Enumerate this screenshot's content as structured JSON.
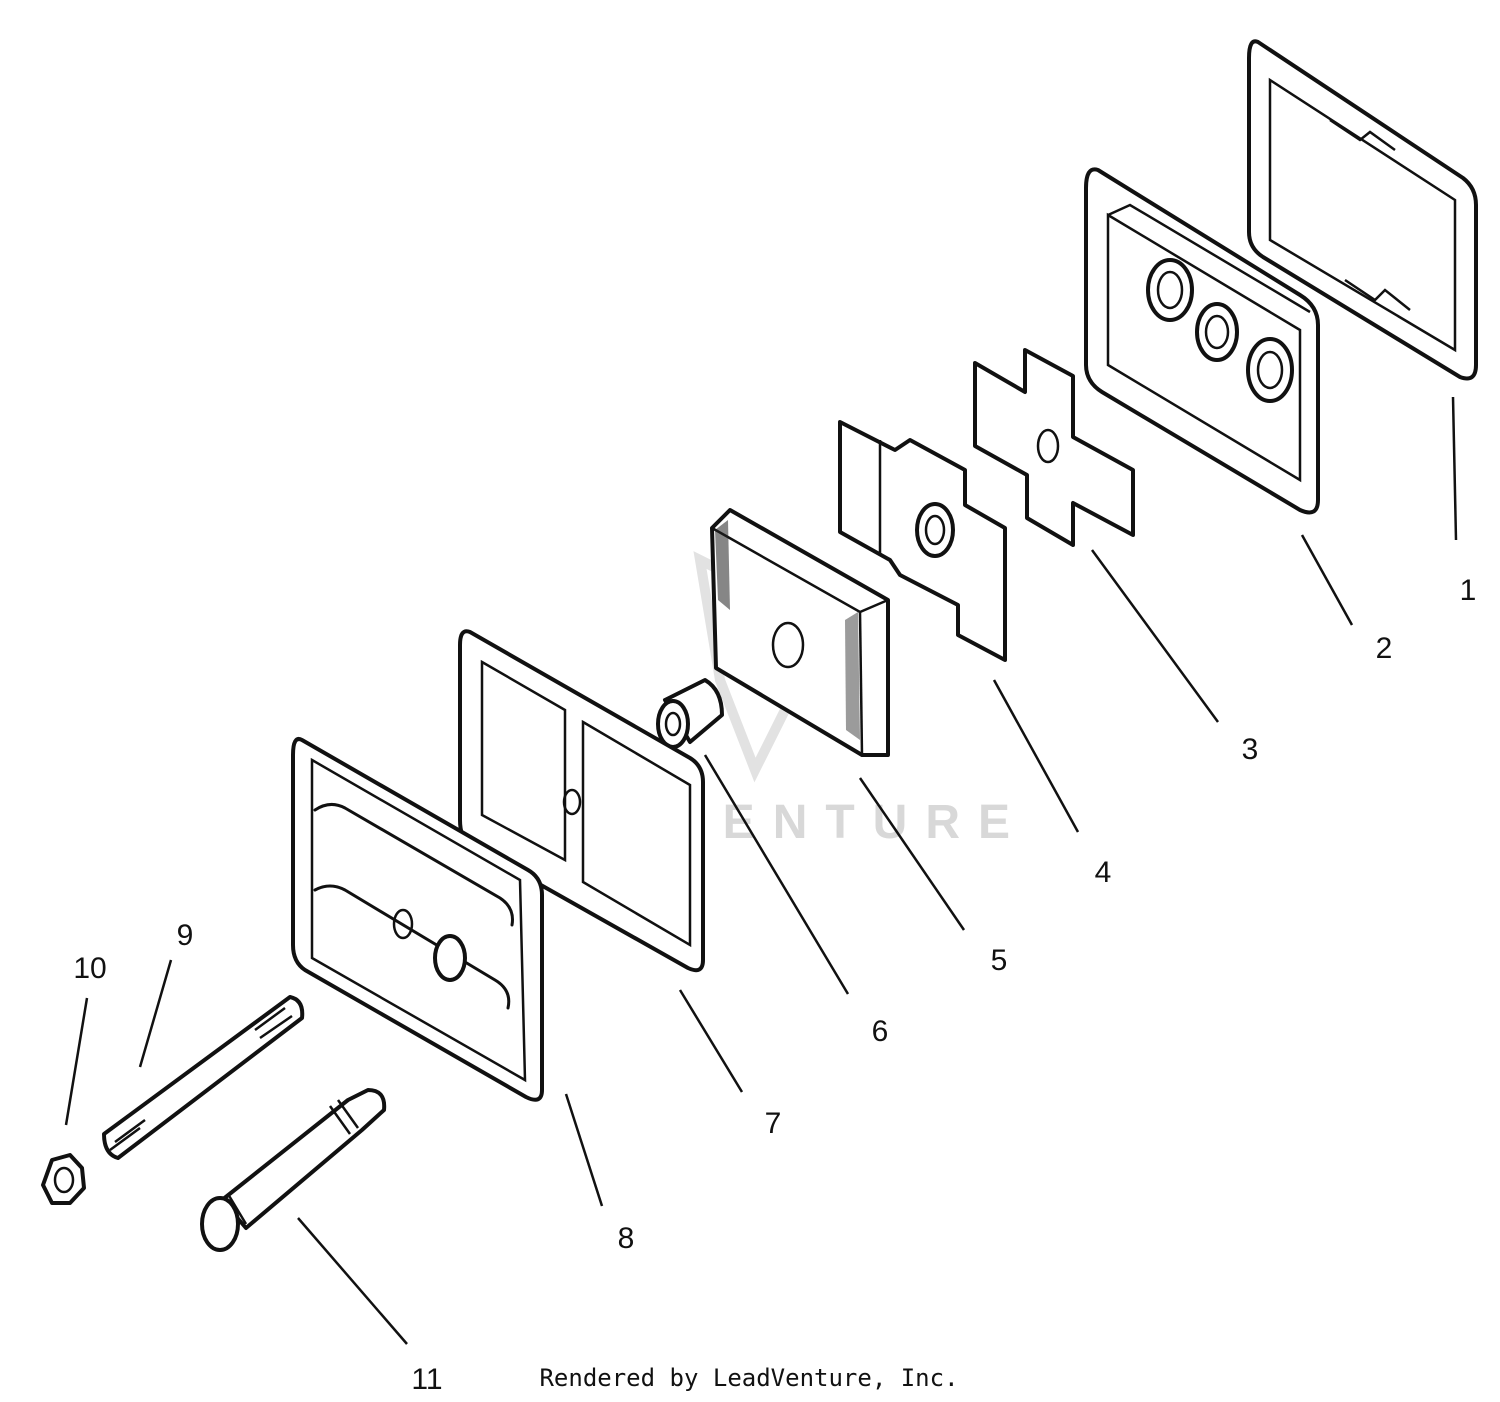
{
  "callouts": [
    "1",
    "2",
    "3",
    "4",
    "5",
    "6",
    "7",
    "8",
    "9",
    "10",
    "11"
  ],
  "watermark": "LEADVENTURE",
  "credit": "Rendered by LeadVenture, Inc.",
  "colors": {
    "line": "#111111",
    "background": "#ffffff",
    "watermark": "#d8d8d8"
  }
}
